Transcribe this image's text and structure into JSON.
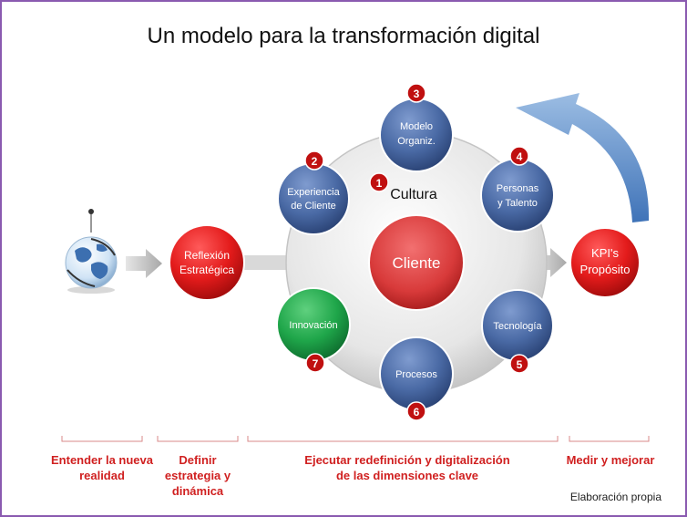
{
  "title": "Un modelo para la transformación digital",
  "center": {
    "label": "Cliente",
    "ring_label": "Cultura",
    "ring_number": "1"
  },
  "left_nodes": {
    "reflexion": {
      "line1": "Reflexión",
      "line2": "Estratégica"
    },
    "kpi": {
      "line1": "KPI's",
      "line2": "Propósito"
    }
  },
  "satellites": [
    {
      "number": "2",
      "line1": "Experiencia",
      "line2": "de Cliente"
    },
    {
      "number": "3",
      "line1": "Modelo",
      "line2": "Organiz."
    },
    {
      "number": "4",
      "line1": "Personas",
      "line2": "y Talento"
    },
    {
      "number": "5",
      "line1": "Tecnología",
      "line2": ""
    },
    {
      "number": "6",
      "line1": "Procesos",
      "line2": ""
    },
    {
      "number": "7",
      "line1": "Innovación",
      "line2": ""
    }
  ],
  "stages": [
    {
      "line1": "Entender la nueva",
      "line2": "realidad",
      "line3": ""
    },
    {
      "line1": "Definir",
      "line2": "estrategia y",
      "line3": "dinámica"
    },
    {
      "line1": "Ejecutar redefinición y digitalización",
      "line2": "de las dimensiones clave",
      "line3": ""
    },
    {
      "line1": "Medir y mejorar",
      "line2": "",
      "line3": ""
    }
  ],
  "credit": "Elaboración propia",
  "colors": {
    "red": "#e31b1b",
    "blue": "#4a6aa5",
    "green": "#1fa64a",
    "badge": "#c01010",
    "stage_text": "#d02020",
    "frame": "#8a5ab0"
  }
}
